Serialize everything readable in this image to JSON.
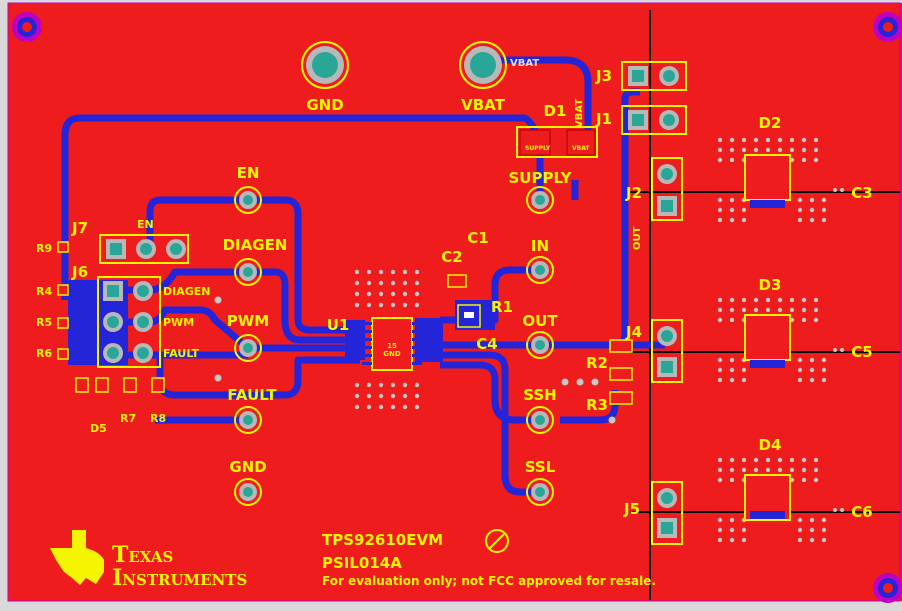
{
  "labels": {
    "gnd_top": "GND",
    "vbat": "VBAT",
    "vbat_trace": "VBAT",
    "d1": "D1",
    "j3": "J3",
    "j1": "J1",
    "supply": "SUPPLY",
    "d1_supply": "SUPPLY",
    "d1_vbat": "VBAT",
    "j2": "J2",
    "out_trace": "OUT",
    "d2": "D2",
    "c3": "C3",
    "en": "EN",
    "diagen": "DIAGEN",
    "pwm": "PWM",
    "fault": "FAULT",
    "gnd_bottom": "GND",
    "j7": "J7",
    "j7_en": "EN",
    "j6": "J6",
    "j6_diagen": "DIAGEN",
    "j6_pwm": "PWM",
    "j6_fault": "FAULT",
    "r9": "R9",
    "r4": "R4",
    "r5": "R5",
    "r6": "R6",
    "r7": "R7",
    "r8": "R8",
    "d5": "D5",
    "u1": "U1",
    "u1_pad": "15\nGND",
    "c1": "C1",
    "c2": "C2",
    "in": "IN",
    "r1": "R1",
    "out": "OUT",
    "c4": "C4",
    "ssh": "SSH",
    "ssl": "SSL",
    "r2": "R2",
    "r3": "R3",
    "j4": "J4",
    "d3": "D3",
    "c5": "C5",
    "d4": "D4",
    "j5": "J5",
    "c6": "C6",
    "product": "TPS92610EVM",
    "pcb_id": "PSIL014A",
    "disclaimer": "For evaluation only; not FCC approved for resale.",
    "logo_line1": "Texas",
    "logo_line2": "Instruments"
  },
  "colors": {
    "board": "#ee1c1c",
    "silkscreen": "#f5f500",
    "copper_bottom": "#2424d8",
    "pad": "#2aa699",
    "via_ring": "#b8b8b8",
    "outline": "#c000c0"
  }
}
